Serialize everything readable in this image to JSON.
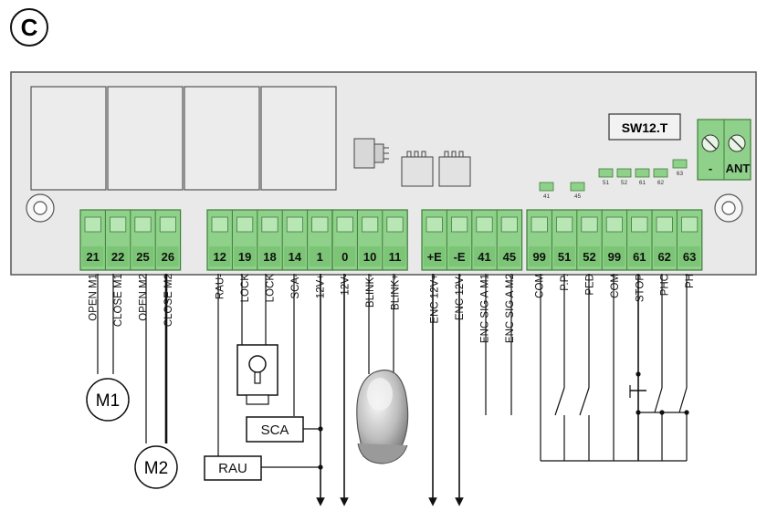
{
  "diagram_letter": "C",
  "board_model": "SW12.T",
  "antenna_terminal": {
    "minus": "-",
    "ant": "ANT"
  },
  "jumpers": [
    "41",
    "45",
    "51",
    "52",
    "61",
    "62",
    "63"
  ],
  "terminal_groups": [
    {
      "pins": [
        "21",
        "22",
        "25",
        "26"
      ],
      "wires": [
        "OPEN M1",
        "CLOSE M1",
        "OPEN M2",
        "CLOSE M2"
      ]
    },
    {
      "pins": [
        "12",
        "19",
        "18",
        "14",
        "1"
      ],
      "wires": [
        "RAU-",
        "LOCK",
        "LOCK",
        "SCA-",
        "12V+"
      ]
    },
    {
      "pins": [
        "0",
        "10",
        "11"
      ],
      "wires": [
        "12V-",
        "BLINK-",
        "BLINK+"
      ]
    },
    {
      "pins": [
        "+E",
        "-E",
        "41",
        "45"
      ],
      "wires": [
        "ENC 12V+",
        "ENC 12V-",
        "ENC SIG A M1",
        "ENC SIG A M2"
      ]
    },
    {
      "pins": [
        "99",
        "51",
        "52",
        "99",
        "61",
        "62",
        "63"
      ],
      "wires": [
        "COM",
        "P.P.",
        "PED",
        "COM",
        "STOP",
        "PHC",
        "PH"
      ]
    }
  ],
  "devices": {
    "motor1": "M1",
    "motor2": "M2",
    "sca": "SCA",
    "rau": "RAU"
  },
  "colors": {
    "board": "#e9e9e9",
    "terminal": "#8fd18a",
    "terminal_dark": "#4fa34a",
    "line": "#222222"
  }
}
